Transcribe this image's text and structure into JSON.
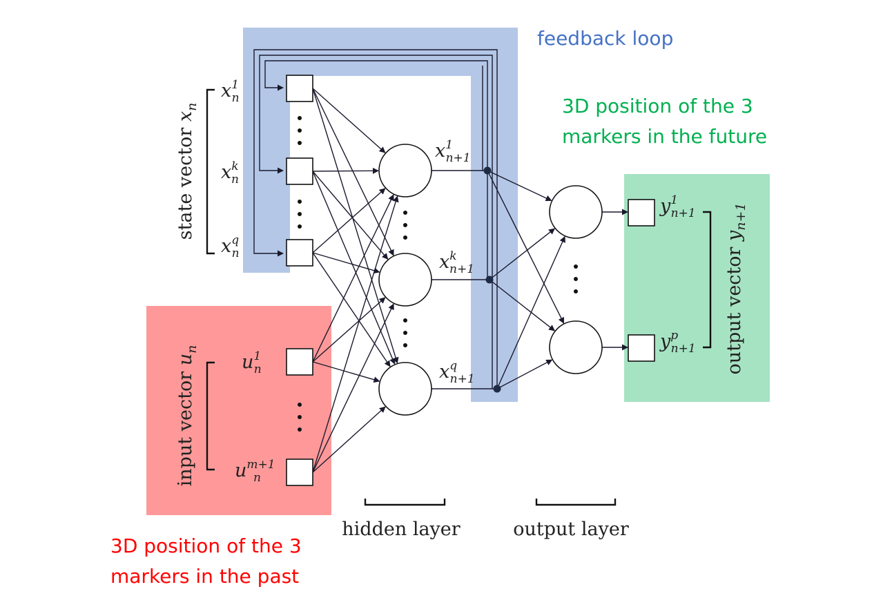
{
  "colors": {
    "feedback_region": "#b4c7e7",
    "input_region": "#ff9999",
    "output_region": "#a6e3c3",
    "feedback_text": "#4472c4",
    "future_text": "#00b050",
    "past_text": "#ff0000",
    "line": "#1a1a2e",
    "junction": "#1f2a44"
  },
  "annotations": {
    "feedback_loop": "feedback loop",
    "future_line1": "3D position of the 3",
    "future_line2": "markers in the future",
    "past_line1": "3D position of the 3",
    "past_line2": "markers in the past"
  },
  "labels": {
    "state_vector": "state vector",
    "state_vector_sym": "x",
    "state_vector_sub": "n",
    "input_vector": "input vector",
    "input_vector_sym": "u",
    "input_vector_sub": "n",
    "output_vector": "output vector",
    "output_vector_sym": "y",
    "output_vector_sub": "n+1",
    "hidden_layer": "hidden layer",
    "output_layer": "output layer"
  },
  "symbols": {
    "state": [
      {
        "base": "x",
        "sup": "1",
        "sub": "n"
      },
      {
        "base": "x",
        "sup": "k",
        "sub": "n"
      },
      {
        "base": "x",
        "sup": "q",
        "sub": "n"
      }
    ],
    "input": [
      {
        "base": "u",
        "sup": "1",
        "sub": "n"
      },
      {
        "base": "u",
        "sup": "m+1",
        "sub": "n"
      }
    ],
    "hidden_out": [
      {
        "base": "x",
        "sup": "1",
        "sub": "n+1"
      },
      {
        "base": "x",
        "sup": "k",
        "sub": "n+1"
      },
      {
        "base": "x",
        "sup": "q",
        "sub": "n+1"
      }
    ],
    "output": [
      {
        "base": "y",
        "sup": "1",
        "sub": "n+1"
      },
      {
        "base": "y",
        "sup": "p",
        "sub": "n+1"
      }
    ]
  }
}
